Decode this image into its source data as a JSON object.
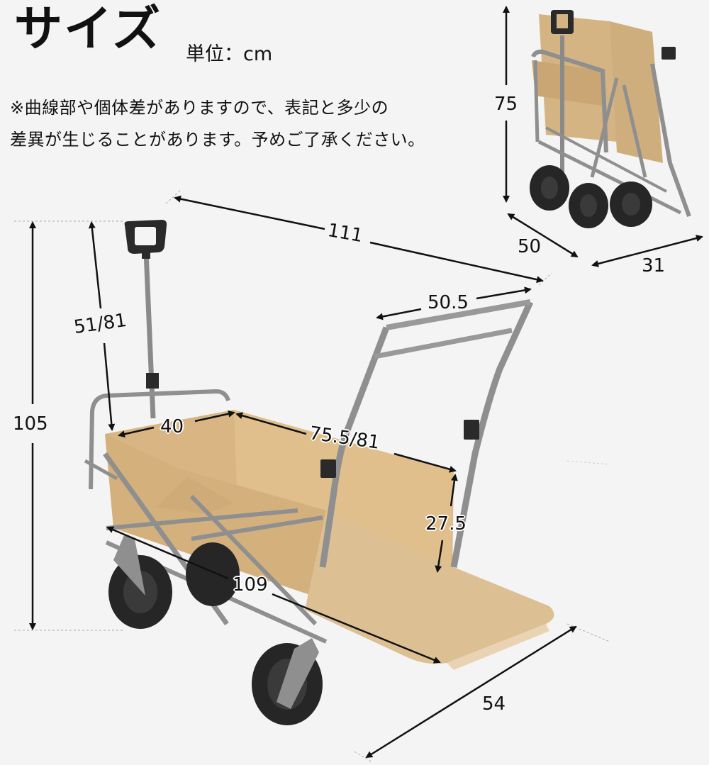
{
  "header": {
    "title": "サイズ",
    "unit": "単位：cm"
  },
  "note": {
    "line1": "※曲線部や個体差がありますので、表記と多少の",
    "line2": "差異が生じることがあります。予めご了承ください。"
  },
  "folded": {
    "height": "75",
    "depth": "50",
    "width": "31"
  },
  "unfolded": {
    "total_length": "111",
    "total_height": "105",
    "handle_height": "51/81",
    "handle_width": "50.5",
    "inner_width": "40",
    "inner_length": "75.5/81",
    "side_height": "27.5",
    "bottom_length": "109",
    "bottom_width": "54"
  },
  "colors": {
    "background": "#f4f4f4",
    "fabric": "#d9b98a",
    "fabric_dark": "#c9a673",
    "frame": "#8f8f8f",
    "tire": "#262626",
    "arrow": "#111111"
  }
}
